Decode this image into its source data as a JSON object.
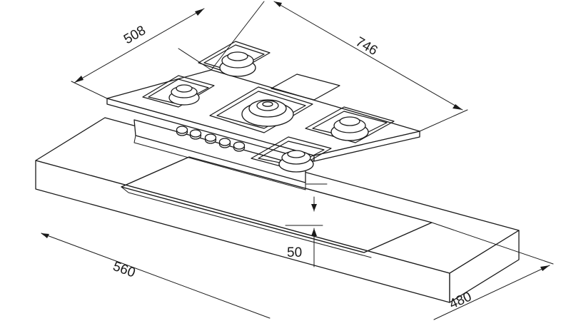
{
  "dimensions": {
    "hob_depth": "508",
    "hob_width": "746",
    "cutout_height": "50",
    "cutout_width": "560",
    "cutout_depth": "480"
  }
}
